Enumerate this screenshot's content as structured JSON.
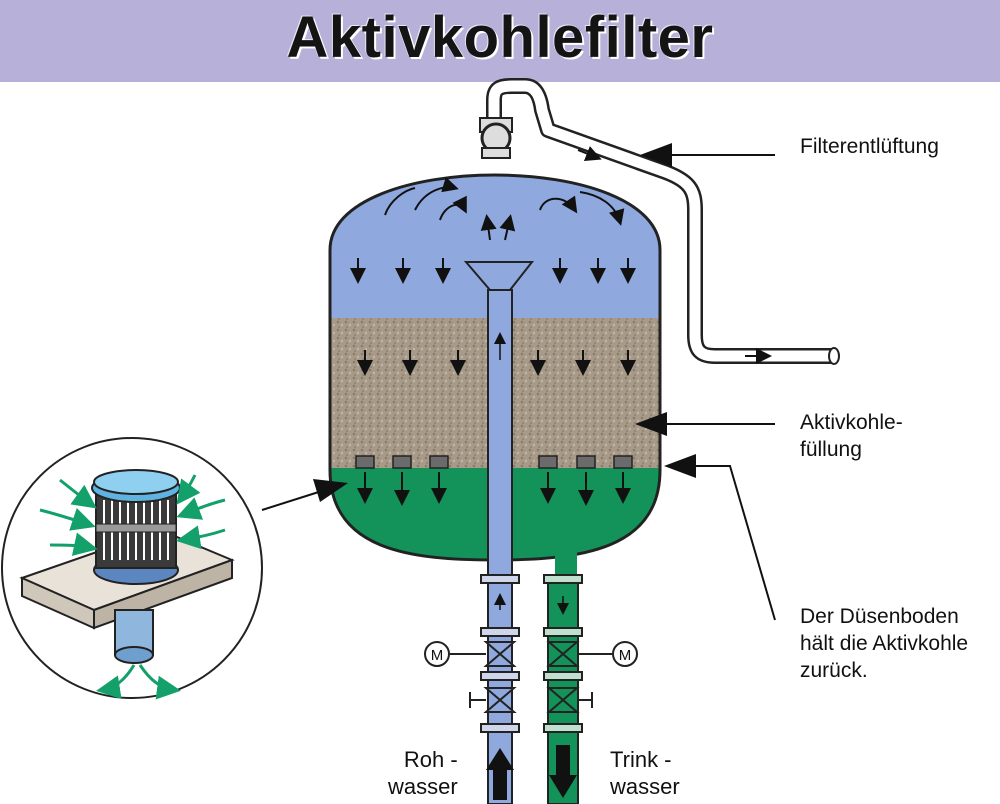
{
  "title": "Aktivkohlefilter",
  "labels": {
    "vent": "Filterentlüftung",
    "filling": [
      "Aktivkohle-",
      "füllung"
    ],
    "nozzle_floor": [
      "Der Düsenboden",
      "hält die Aktivkohle",
      "zurück."
    ],
    "raw_water": [
      "Roh -",
      "wasser"
    ],
    "drinking_water": [
      "Trink -",
      "wasser"
    ],
    "motor_left": "M",
    "motor_right": "M"
  },
  "colors": {
    "title_bar": "#b7b0d8",
    "water_zone": "#8fa9df",
    "carbon_fill": "#a89a88",
    "clean_water": "#13925a",
    "pipe_blue": "#8fa9df",
    "pipe_green": "#13925a"
  }
}
